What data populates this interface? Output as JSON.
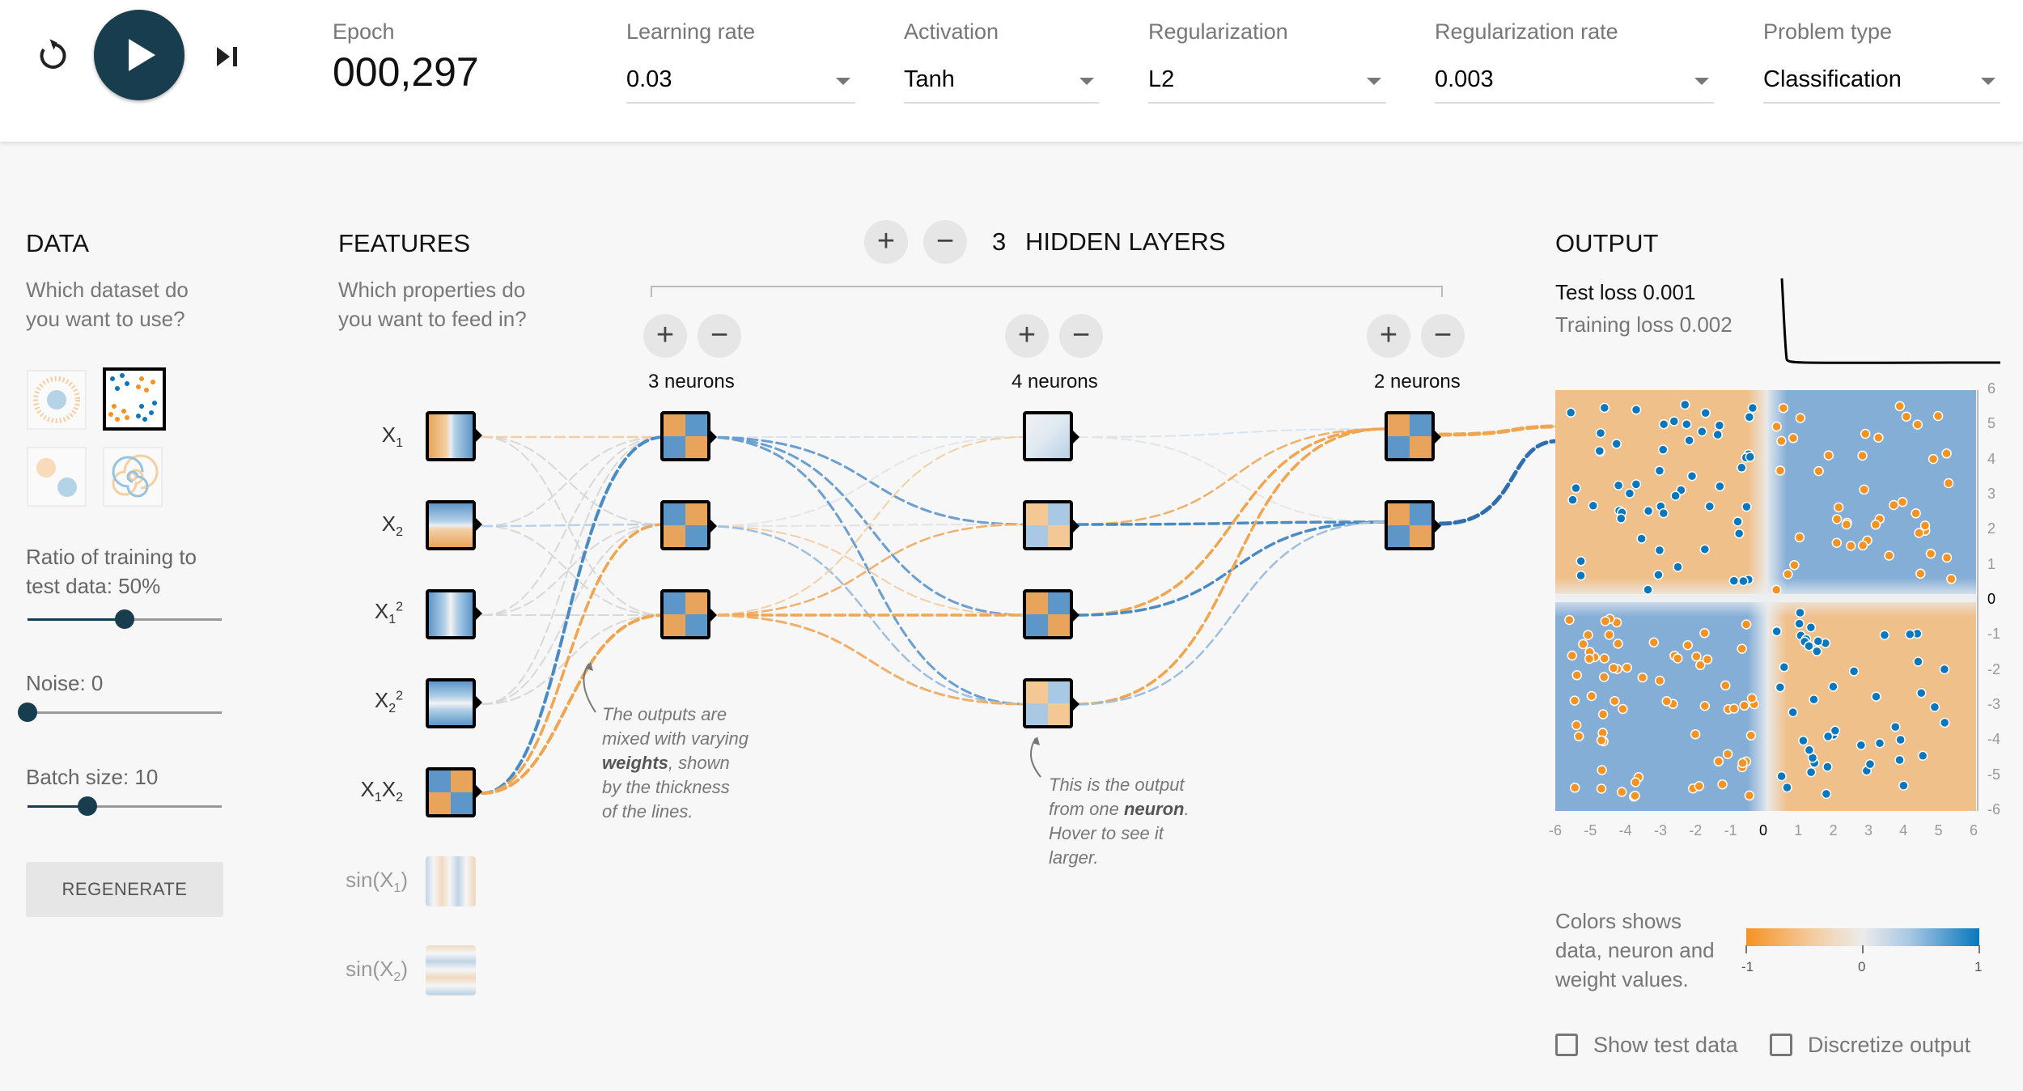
{
  "controls": {
    "epoch_label": "Epoch",
    "epoch_value": "000,297",
    "learning_rate": {
      "label": "Learning rate",
      "value": "0.03"
    },
    "activation": {
      "label": "Activation",
      "value": "Tanh"
    },
    "regularization": {
      "label": "Regularization",
      "value": "L2"
    },
    "regularization_rate": {
      "label": "Regularization rate",
      "value": "0.003"
    },
    "problem_type": {
      "label": "Problem type",
      "value": "Classification"
    }
  },
  "data_panel": {
    "title": "DATA",
    "desc_line1": "Which dataset do",
    "desc_line2": "you want to use?",
    "ratio_label_line1": "Ratio of training to",
    "ratio_label_line2": "test data:  50%",
    "ratio_value": 0.5,
    "noise_label": "Noise:  0",
    "noise_value": 0,
    "batch_label": "Batch size:  10",
    "batch_value": 0.31,
    "regenerate": "REGENERATE"
  },
  "features_panel": {
    "title": "FEATURES",
    "desc_line1": "Which properties do",
    "desc_line2": "you want to feed in?",
    "items": [
      {
        "name": "X",
        "sub": "1",
        "sup": ""
      },
      {
        "name": "X",
        "sub": "2",
        "sup": ""
      },
      {
        "name": "X",
        "sub": "1",
        "sup": "2"
      },
      {
        "name": "X",
        "sub": "2",
        "sup": "2"
      },
      {
        "name": "X",
        "sub": "1",
        "name2": "X",
        "sub2": "2"
      },
      {
        "name": "sin(X",
        "sub": "1",
        "tail": ")"
      },
      {
        "name": "sin(X",
        "sub": "2",
        "tail": ")"
      }
    ]
  },
  "network": {
    "layer_count": "3",
    "hidden_layers_label": "HIDDEN LAYERS",
    "layers": [
      {
        "neurons_label": "3 neurons"
      },
      {
        "neurons_label": "4 neurons"
      },
      {
        "neurons_label": "2 neurons"
      }
    ],
    "note_weights": {
      "l1": "The outputs are",
      "l2": "mixed with varying",
      "l3b": "weights",
      "l3": ", shown",
      "l4": "by the thickness",
      "l5": "of the lines."
    },
    "note_neuron": {
      "l1": "This is the output",
      "l2a": "from one ",
      "l2b": "neuron",
      "l2c": ".",
      "l3": "Hover to see it",
      "l4": "larger."
    }
  },
  "output_panel": {
    "title": "OUTPUT",
    "test_loss": "Test loss 0.001",
    "training_loss": "Training loss 0.002",
    "y_ticks": [
      "6",
      "5",
      "4",
      "3",
      "2",
      "1",
      "0",
      "-1",
      "-2",
      "-3",
      "-4",
      "-5",
      "-6"
    ],
    "x_ticks": [
      "-6",
      "-5",
      "-4",
      "-3",
      "-2",
      "-1",
      "0",
      "1",
      "2",
      "3",
      "4",
      "5",
      "6"
    ],
    "legend_line1": "Colors shows",
    "legend_line2": "data, neuron and",
    "legend_line3": "weight values.",
    "legend_ticks": [
      "-1",
      "0",
      "1"
    ],
    "show_test_data": "Show test data",
    "discretize_output": "Discretize output"
  },
  "colors": {
    "orange": "#f59322",
    "blue": "#0877bd",
    "dark": "#183d4e"
  }
}
